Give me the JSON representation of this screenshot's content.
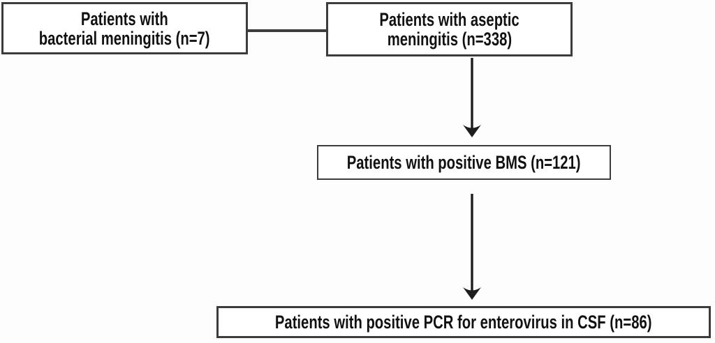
{
  "figure": {
    "type": "flowchart",
    "colors": {
      "background": "#fdfdfd",
      "box_fill": "#ffffff",
      "box_border": "#3c3c3c",
      "line": "#1d1d1d",
      "text": "#111111"
    },
    "nodes": [
      {
        "id": "bacterial-meningitis",
        "lines": [
          "Patients with",
          "bacterial meningitis (n=7)"
        ]
      },
      {
        "id": "aseptic-meningitis",
        "lines": [
          "Patients with aseptic",
          "meningitis (n=338)"
        ]
      },
      {
        "id": "positive-bms",
        "lines": [
          "Patients with positive BMS (n=121)"
        ]
      },
      {
        "id": "positive-pcr",
        "lines": [
          "Patients with positive PCR for enterovirus in CSF (n=86)"
        ]
      }
    ],
    "edges": [
      {
        "from": "bacterial-meningitis",
        "to": "aseptic-meningitis",
        "style": "plain-line"
      },
      {
        "from": "aseptic-meningitis",
        "to": "positive-bms",
        "style": "arrow-down"
      },
      {
        "from": "positive-bms",
        "to": "positive-pcr",
        "style": "arrow-down"
      }
    ]
  }
}
